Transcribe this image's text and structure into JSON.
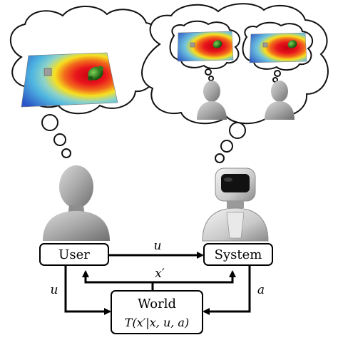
{
  "diagram": {
    "nodes": {
      "user": "User",
      "system": "System",
      "world_title": "World",
      "world_formula": "T(x′|x, u, a)"
    },
    "edges": {
      "user_to_system": "u",
      "world_to_user_system": "x′",
      "user_to_world": "u",
      "system_to_world": "a"
    }
  },
  "colors": {
    "heat_hot": "#e8141c",
    "heat_warm": "#f6e020",
    "heat_cool": "#4fb6e0",
    "heat_cold": "#2b56c8",
    "person": "#9a9a9a",
    "arrow": "#000000"
  },
  "icons": {
    "user": "person-silhouette-icon",
    "system": "robot-icon",
    "target": "green-object-icon",
    "marker": "gray-cube-icon"
  }
}
